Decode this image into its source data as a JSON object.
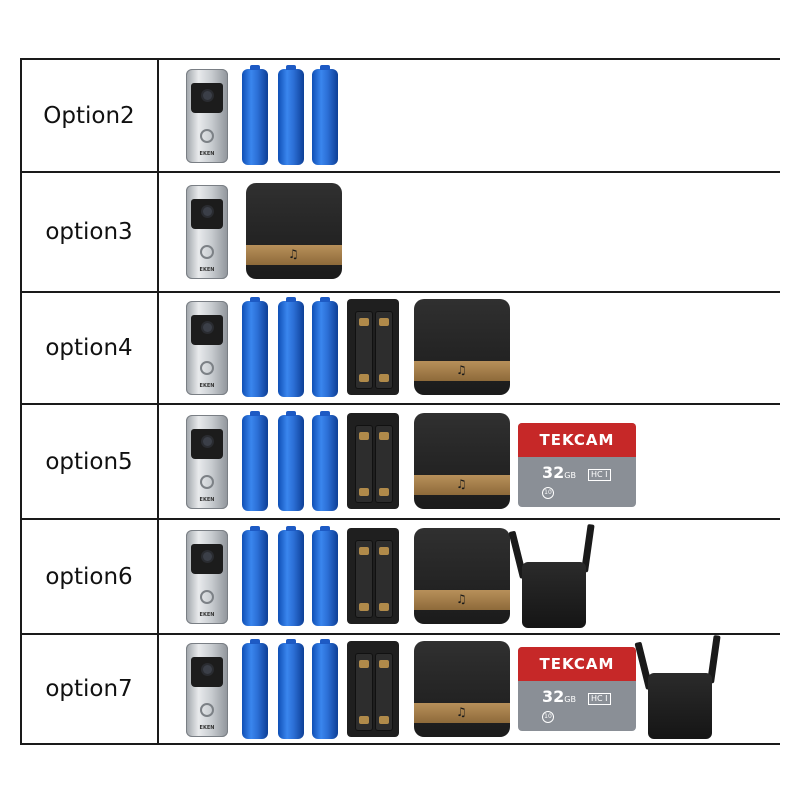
{
  "rows": [
    {
      "label": "Option2",
      "items": [
        "doorbell",
        "battery",
        "battery",
        "battery"
      ]
    },
    {
      "label": "option3",
      "items": [
        "doorbell",
        "chime"
      ]
    },
    {
      "label": "option4",
      "items": [
        "doorbell",
        "battery",
        "battery",
        "battery",
        "charger",
        "chime"
      ]
    },
    {
      "label": "option5",
      "items": [
        "doorbell",
        "battery",
        "battery",
        "battery",
        "charger",
        "chime",
        "sdcard"
      ]
    },
    {
      "label": "option6",
      "items": [
        "doorbell",
        "battery",
        "battery",
        "battery",
        "charger",
        "chime",
        "repeater"
      ]
    },
    {
      "label": "option7",
      "items": [
        "doorbell",
        "battery",
        "battery",
        "battery",
        "charger",
        "chime",
        "sdcard",
        "repeater"
      ]
    }
  ],
  "sdcard": {
    "brand": "TEKCAM",
    "capacity": "32",
    "unit": "GB",
    "standard": "HC I",
    "speed_class": "10"
  },
  "doorbell": {
    "brand": "EKEN"
  },
  "colors": {
    "grid_line": "#1a1a1a",
    "battery": "#2c6fd6",
    "sdcard_top": "#c62828",
    "chime_band": "#b7905a"
  }
}
